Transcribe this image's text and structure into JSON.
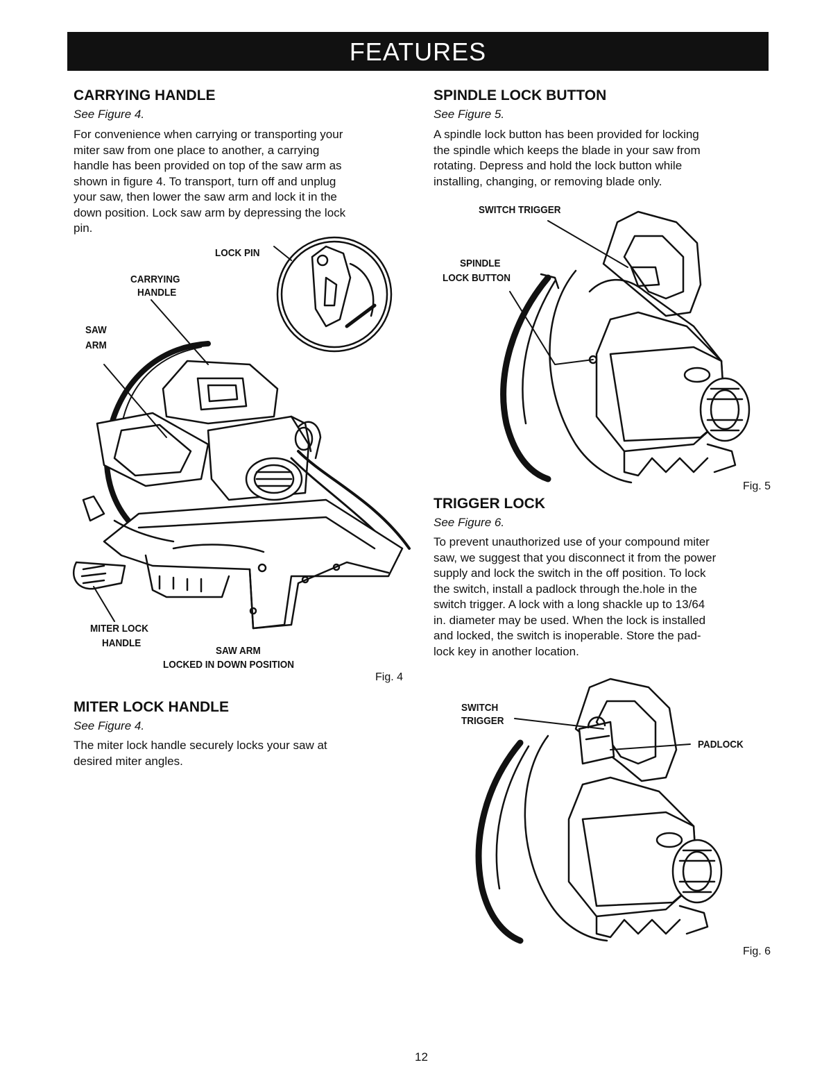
{
  "banner": {
    "title": "FEATURES"
  },
  "carrying_handle": {
    "heading": "CARRYING HANDLE",
    "see": "See Figure 4.",
    "lines": [
      "For convenience when carrying or transporting your",
      "miter saw from one place to another, a carrying",
      "handle has been provided on top of the saw arm as",
      "shown in figure 4. To transport, turn off and unplug",
      "your saw, then lower the saw arm and lock it in the",
      "down position. Lock saw arm by depressing the lock",
      "pin."
    ]
  },
  "fig4": {
    "label_lock_pin": "LOCK PIN",
    "label_carrying_1": "CARRYING",
    "label_carrying_2": "HANDLE",
    "label_saw_1": "SAW",
    "label_saw_2": "ARM",
    "label_miter_1": "MITER LOCK",
    "label_miter_2": "HANDLE",
    "label_sawarm_1": "SAW ARM",
    "label_sawarm_2": "LOCKED IN DOWN POSITION",
    "caption": "Fig. 4"
  },
  "miter_lock": {
    "heading": "MITER LOCK HANDLE",
    "see": "See Figure 4.",
    "lines": [
      "The miter lock handle securely locks your saw at",
      "desired miter angles."
    ]
  },
  "spindle_lock": {
    "heading": "SPINDLE LOCK BUTTON",
    "see": "See Figure 5.",
    "lines": [
      "A spindle lock button has been provided for locking",
      "the spindle which keeps the blade in your saw from",
      "rotating. Depress and hold the lock button while",
      "installing, changing, or removing blade only."
    ]
  },
  "fig5": {
    "label_switch_trigger": "SWITCH TRIGGER",
    "label_spindle_1": "SPINDLE",
    "label_spindle_2": "LOCK BUTTON",
    "caption": "Fig. 5"
  },
  "trigger_lock": {
    "heading": "TRIGGER LOCK",
    "see": "See Figure 6.",
    "lines": [
      "To prevent unauthorized use of your compound miter",
      "saw, we suggest that you disconnect it from the power",
      "supply and lock the switch in the off position. To lock",
      "the switch, install a padlock through the.hole in the",
      "switch trigger. A lock with a long shackle up to 13/64",
      "in. diameter may be used. When the lock is installed",
      "and locked, the switch is inoperable. Store the pad-",
      "lock key in another location."
    ]
  },
  "fig6": {
    "label_switch_1": "SWITCH",
    "label_switch_2": "TRIGGER",
    "label_padlock": "PADLOCK",
    "caption": "Fig. 6"
  },
  "page_number": "12"
}
